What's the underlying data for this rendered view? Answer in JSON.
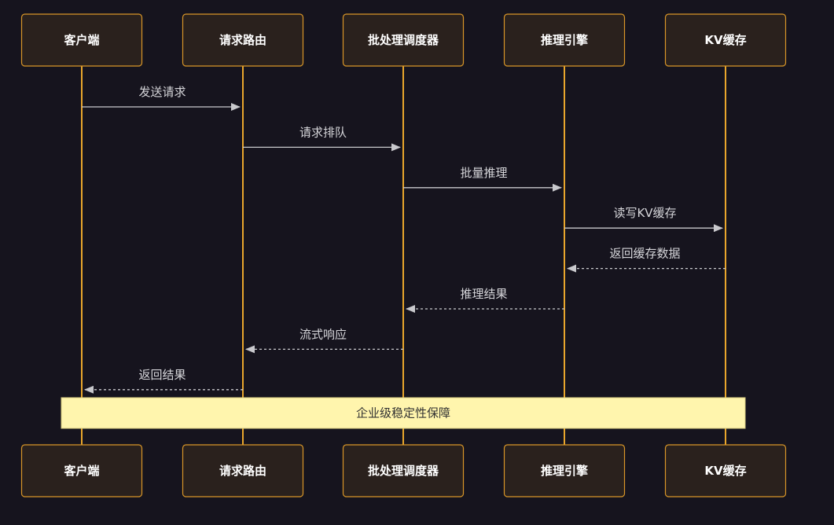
{
  "diagram": {
    "type": "sequence",
    "participants": [
      {
        "id": "client",
        "label": "客户端"
      },
      {
        "id": "router",
        "label": "请求路由"
      },
      {
        "id": "scheduler",
        "label": "批处理调度器"
      },
      {
        "id": "engine",
        "label": "推理引擎"
      },
      {
        "id": "kvcache",
        "label": "KV缓存"
      }
    ],
    "messages": [
      {
        "from": "client",
        "to": "router",
        "label": "发送请求",
        "style": "solid"
      },
      {
        "from": "router",
        "to": "scheduler",
        "label": "请求排队",
        "style": "solid"
      },
      {
        "from": "scheduler",
        "to": "engine",
        "label": "批量推理",
        "style": "solid"
      },
      {
        "from": "engine",
        "to": "kvcache",
        "label": "读写KV缓存",
        "style": "solid"
      },
      {
        "from": "kvcache",
        "to": "engine",
        "label": "返回缓存数据",
        "style": "dashed"
      },
      {
        "from": "engine",
        "to": "scheduler",
        "label": "推理结果",
        "style": "dashed"
      },
      {
        "from": "scheduler",
        "to": "router",
        "label": "流式响应",
        "style": "dashed"
      },
      {
        "from": "router",
        "to": "client",
        "label": "返回结果",
        "style": "dashed"
      }
    ],
    "note": {
      "over": [
        "client",
        "kvcache"
      ],
      "label": "企业级稳定性保障"
    },
    "colors": {
      "background": "#16141e",
      "actor_fill": "#2a211d",
      "actor_border": "#d99628",
      "lifeline": "#e9a62c",
      "message": "#c9c9cd",
      "note_fill": "#fff5ad"
    }
  }
}
